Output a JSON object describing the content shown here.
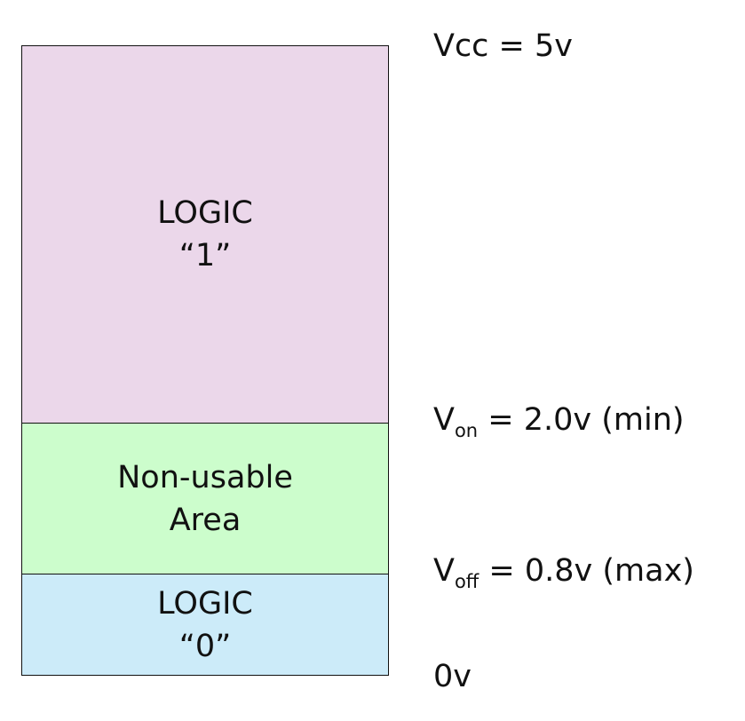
{
  "regions": {
    "logic_high": {
      "line1": "LOGIC",
      "line2": "“1”",
      "color": "#ebd7ea"
    },
    "non_usable": {
      "line1": "Non-usable",
      "line2": "Area",
      "color": "#ccfdcc"
    },
    "logic_low": {
      "line1": "LOGIC",
      "line2": "“0”",
      "color": "#ccebf9"
    }
  },
  "voltage_labels": {
    "vcc": "Vcc = 5v",
    "von": {
      "symbol": "V",
      "subscript": "on",
      "value": "= 2.0v (min)"
    },
    "voff": {
      "symbol": "V",
      "subscript": "off",
      "value": "= 0.8v (max)"
    },
    "ground": "0v"
  }
}
